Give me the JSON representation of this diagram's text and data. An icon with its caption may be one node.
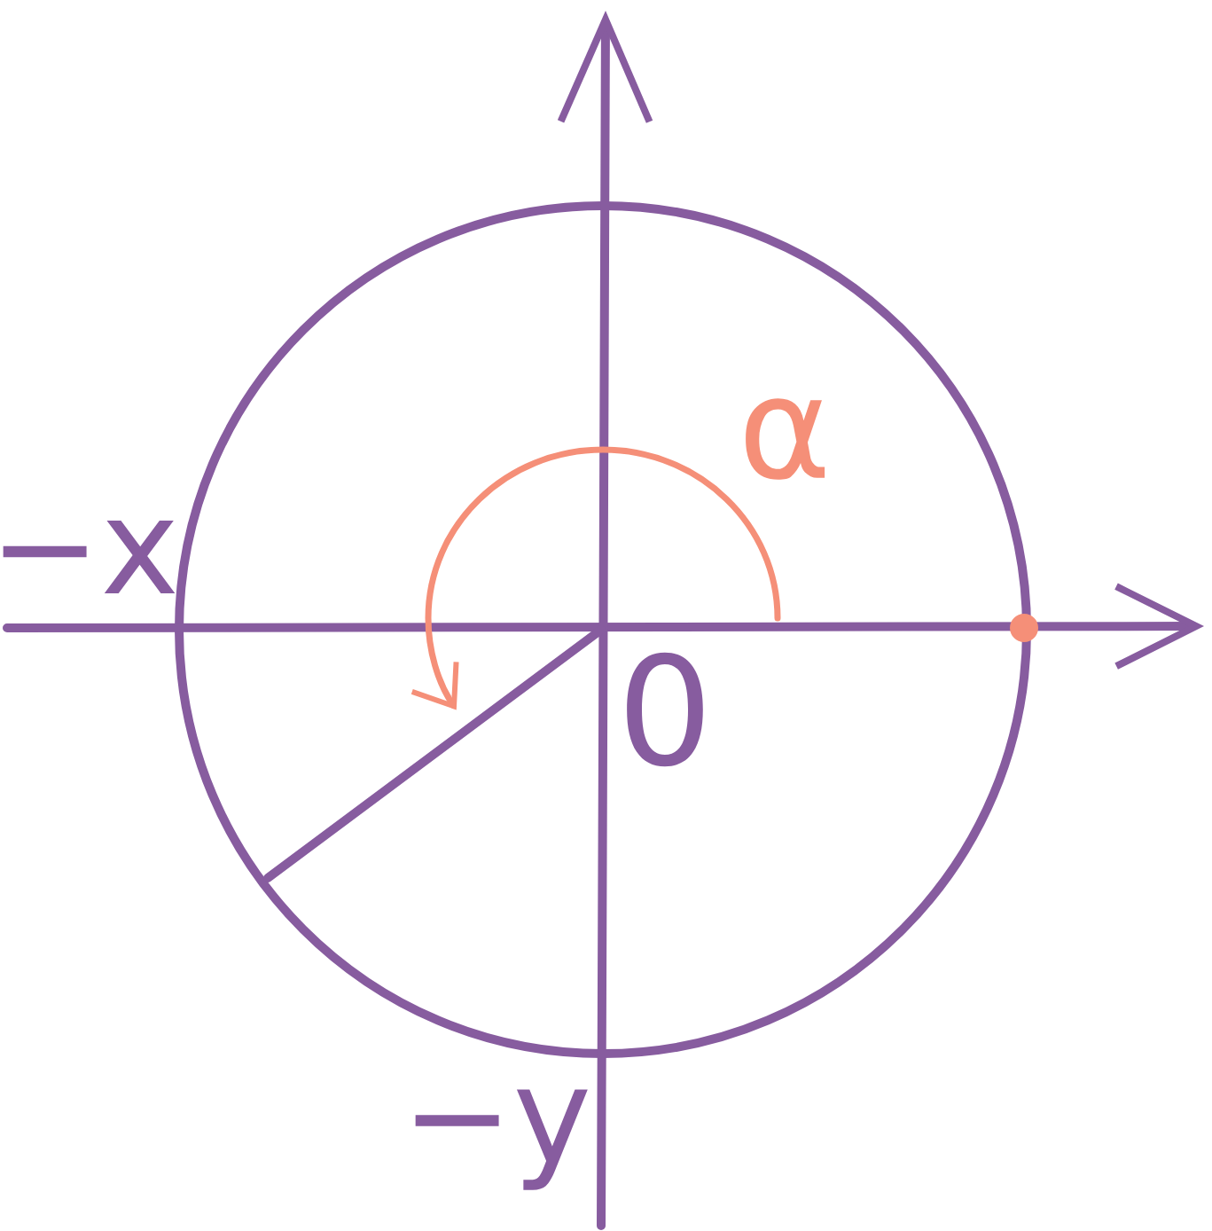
{
  "diagram": {
    "labels": [
      "α",
      "−x",
      "0",
      "−y"
    ]
  }
}
